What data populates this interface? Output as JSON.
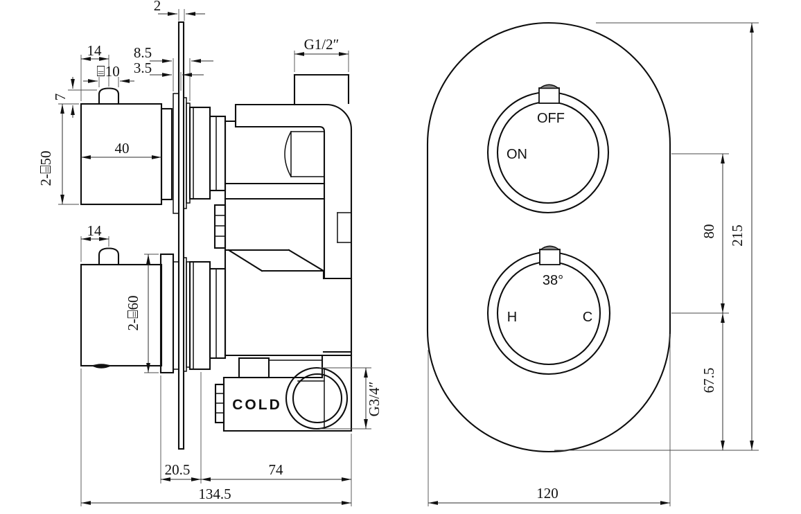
{
  "side_view": {
    "dim_plate_thickness": "2",
    "dim_knob_offset_top": "14",
    "dim_depth_8_5": "8.5",
    "dim_depth_3_5": "3.5",
    "dim_knob_diameter": "⌸10",
    "dim_knob_height": "7",
    "dim_handle_diameter": "2-⌸50",
    "dim_handle_length": "40",
    "dim_outlet_thread": "G1/2″",
    "dim_knob_offset_bottom": "14",
    "dim_escutcheon_diameter": "2-⌸60",
    "label_cold_inlet": "COLD",
    "dim_port_thread": "G3/4″",
    "dim_plate_to_body": "20.5",
    "dim_body_depth": "74",
    "dim_total_depth": "134.5"
  },
  "front_view": {
    "label_off": "OFF",
    "label_on": "ON",
    "label_temp": "38°",
    "label_hot": "H",
    "label_cold": "C",
    "dim_dial_spacing": "80",
    "dim_plate_height": "215",
    "dim_bottom_offset": "67.5",
    "dim_plate_width": "120"
  }
}
